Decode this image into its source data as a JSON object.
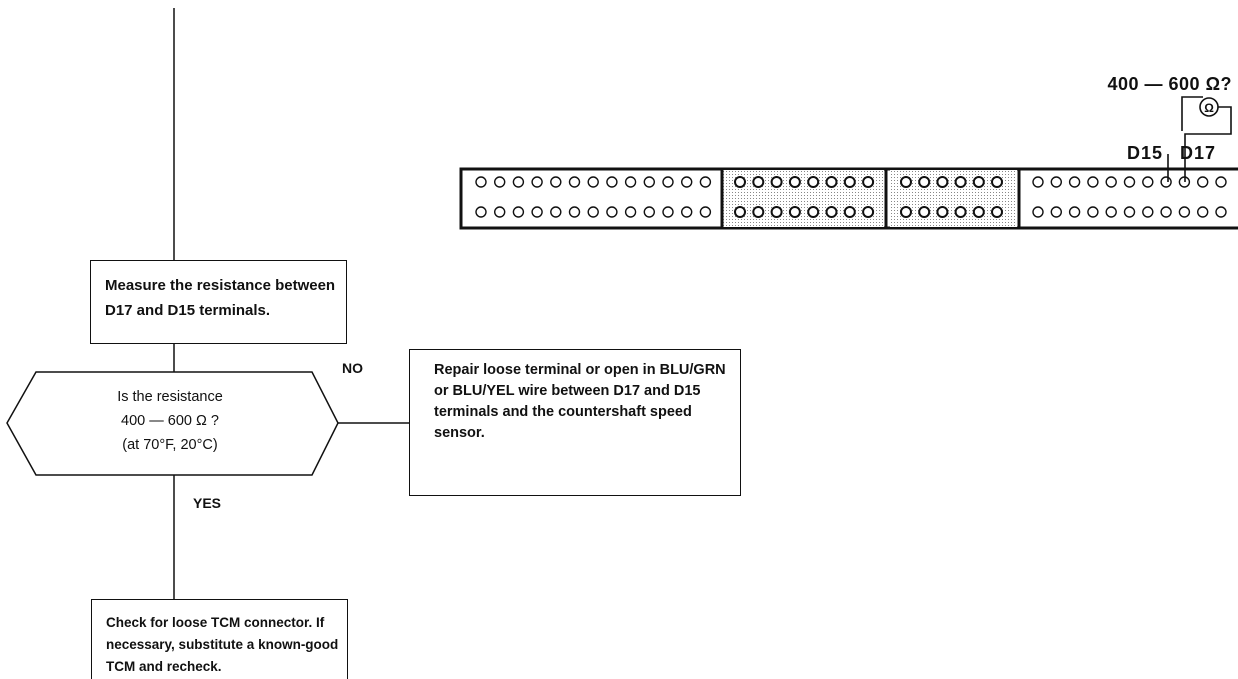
{
  "flowchart": {
    "step_measure": "Measure the resistance between D17 and D15 terminals.",
    "decision": {
      "line1": "Is the resistance",
      "line2": "400 — 600 Ω ?",
      "line3": "(at 70°F, 20°C)"
    },
    "branch_no_label": "NO",
    "branch_yes_label": "YES",
    "action_no": "Repair loose terminal or open in BLU/GRN or BLU/YEL wire between D17 and D15 terminals and the countershaft speed sensor.",
    "action_yes": "Check for loose TCM connector. If necessary, substitute a known-good TCM and recheck."
  },
  "connector_diagram": {
    "measurement_label": "400 — 600 Ω?",
    "meter_symbol": "Ω",
    "terminal_d15": "D15",
    "terminal_d17": "D17"
  }
}
